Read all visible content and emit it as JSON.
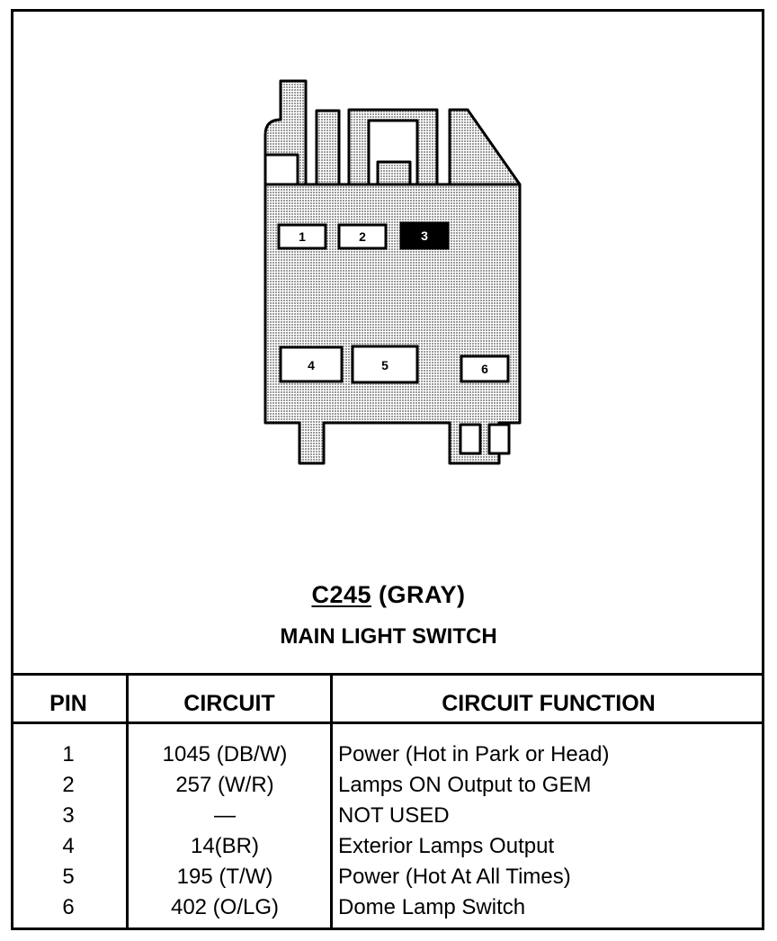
{
  "connector": {
    "id": "C245",
    "color": "(GRAY)",
    "name": "MAIN LIGHT SWITCH",
    "cavity_labels": [
      "1",
      "2",
      "3",
      "4",
      "5",
      "6"
    ],
    "unused_cavity": "3",
    "fill_color": "#d9d9d9"
  },
  "table": {
    "headers": {
      "pin": "PIN",
      "circuit": "CIRCUIT",
      "function": "CIRCUIT FUNCTION"
    },
    "rows": [
      {
        "pin": "1",
        "circuit": "1045 (DB/W)",
        "function": "Power (Hot in Park or Head)"
      },
      {
        "pin": "2",
        "circuit": "257 (W/R)",
        "function": "Lamps ON Output to GEM"
      },
      {
        "pin": "3",
        "circuit": "—",
        "function": "NOT USED"
      },
      {
        "pin": "4",
        "circuit": "14(BR)",
        "function": "Exterior Lamps Output"
      },
      {
        "pin": "5",
        "circuit": "195 (T/W)",
        "function": "Power (Hot At All Times)"
      },
      {
        "pin": "6",
        "circuit": "402 (O/LG)",
        "function": "Dome Lamp Switch"
      }
    ]
  }
}
